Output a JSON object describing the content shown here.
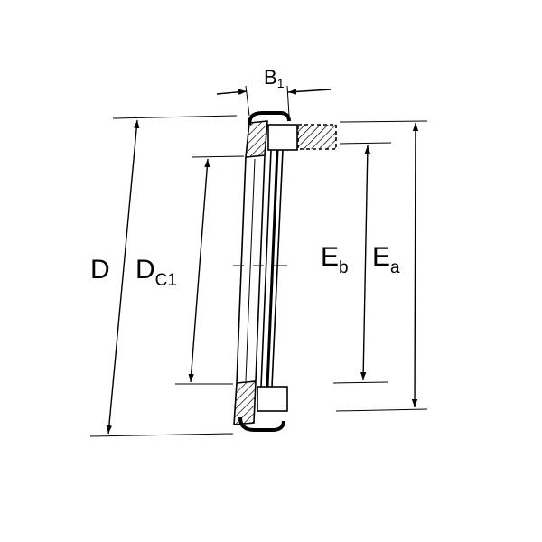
{
  "labels": {
    "b1": {
      "main": "B",
      "sub": "1"
    },
    "d": {
      "main": "D"
    },
    "dc1": {
      "main": "D",
      "sub": "C1"
    },
    "eb": {
      "main": "E",
      "sub": "b"
    },
    "ea": {
      "main": "E",
      "sub": "a"
    }
  },
  "colors": {
    "ink": "#000000",
    "background": "#ffffff"
  }
}
